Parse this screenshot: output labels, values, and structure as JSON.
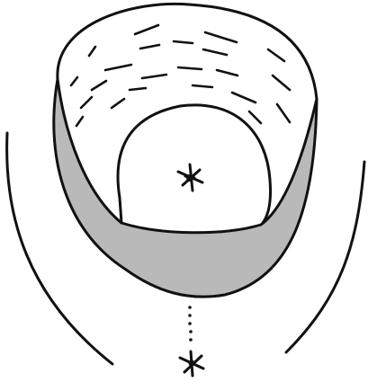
{
  "figure": {
    "style": "black line drawing with grey shaded region",
    "colors": {
      "ink": "#111111",
      "shading": "#b9b9b9",
      "background": "#ffffff"
    },
    "parts": [
      "outer-curve-left",
      "outer-curve-right",
      "bowl-rim",
      "shaded-band",
      "inner-arch",
      "hatch-marks",
      "center-star",
      "dotted-line",
      "lower-star"
    ]
  }
}
